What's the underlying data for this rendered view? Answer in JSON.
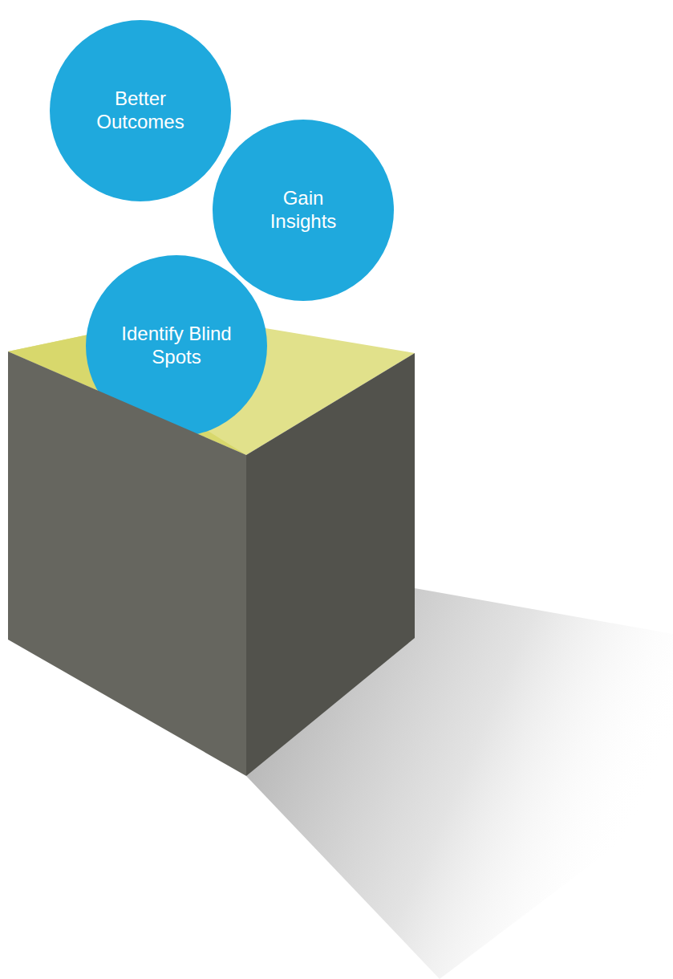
{
  "diagram": {
    "nodes": [
      {
        "text": [
          "Better Outcomes"
        ]
      },
      {
        "text": [
          "Gain Insights"
        ]
      },
      {
        "text": [
          "Identify Blind Spots"
        ]
      }
    ]
  }
}
